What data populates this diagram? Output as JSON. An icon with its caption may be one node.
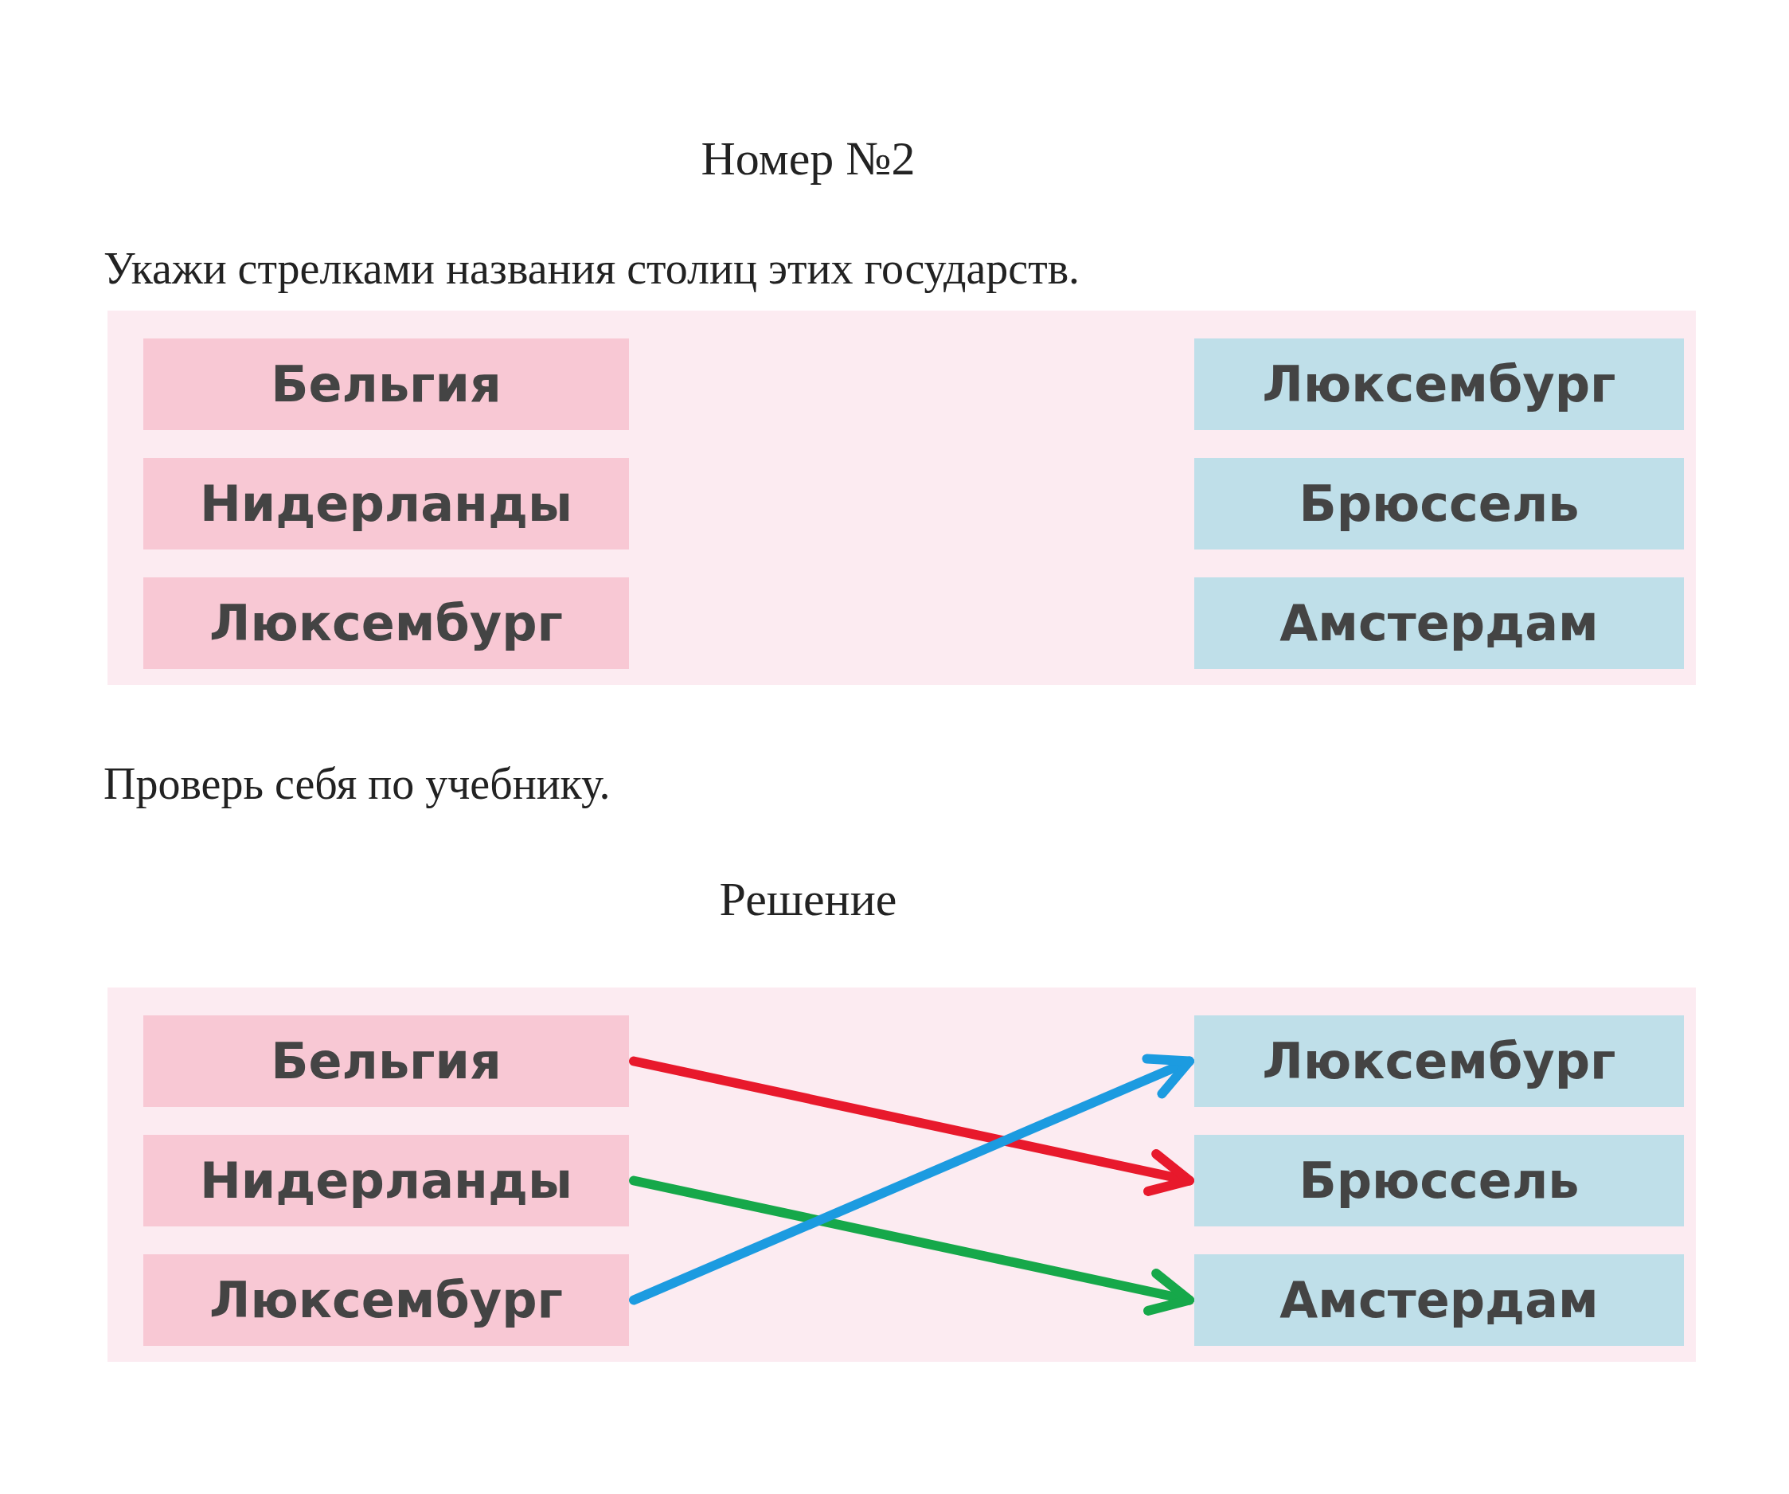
{
  "diagram": {
    "title": "Номер №2",
    "nodes": [
      {
        "text": [],
        "shape": "box"
      },
      {
        "text": [
          "Бельгия"
        ],
        "in": 0
      },
      {
        "text": [
          "Люксембург"
        ],
        "in": 0
      },
      {
        "text": [
          "Нидерланды"
        ],
        "in": 0
      },
      {
        "text": [
          "Брюссель"
        ],
        "in": 0
      },
      {
        "text": [
          "Люксембург"
        ],
        "in": 0
      },
      {
        "text": [
          "Амстердам"
        ],
        "in": 0
      },
      {
        "text": [],
        "shape": "box"
      },
      {
        "text": [
          "Бельгия"
        ],
        "in": 7
      },
      {
        "text": [
          "Люксембург"
        ],
        "in": 7
      },
      {
        "text": [
          "Нидерланды"
        ],
        "in": 7
      },
      {
        "text": [
          "Брюссель"
        ],
        "in": 7
      },
      {
        "text": [
          "Люксембург"
        ],
        "in": 7
      },
      {
        "text": [
          "Амстердам"
        ],
        "in": 7
      }
    ],
    "edges": [
      {
        "from": 8,
        "to": 11,
        "arrow": "to",
        "color": "#e8192c"
      },
      {
        "from": 10,
        "to": 13,
        "arrow": "to",
        "color": "#16a84a"
      },
      {
        "from": 12,
        "to": 9,
        "arrow": "to",
        "color": "#1c9be0"
      }
    ],
    "labels": [
      "Укажи стрелками названия столиц этих государств.",
      "Проверь себя по учебнику.",
      "Решение"
    ]
  }
}
